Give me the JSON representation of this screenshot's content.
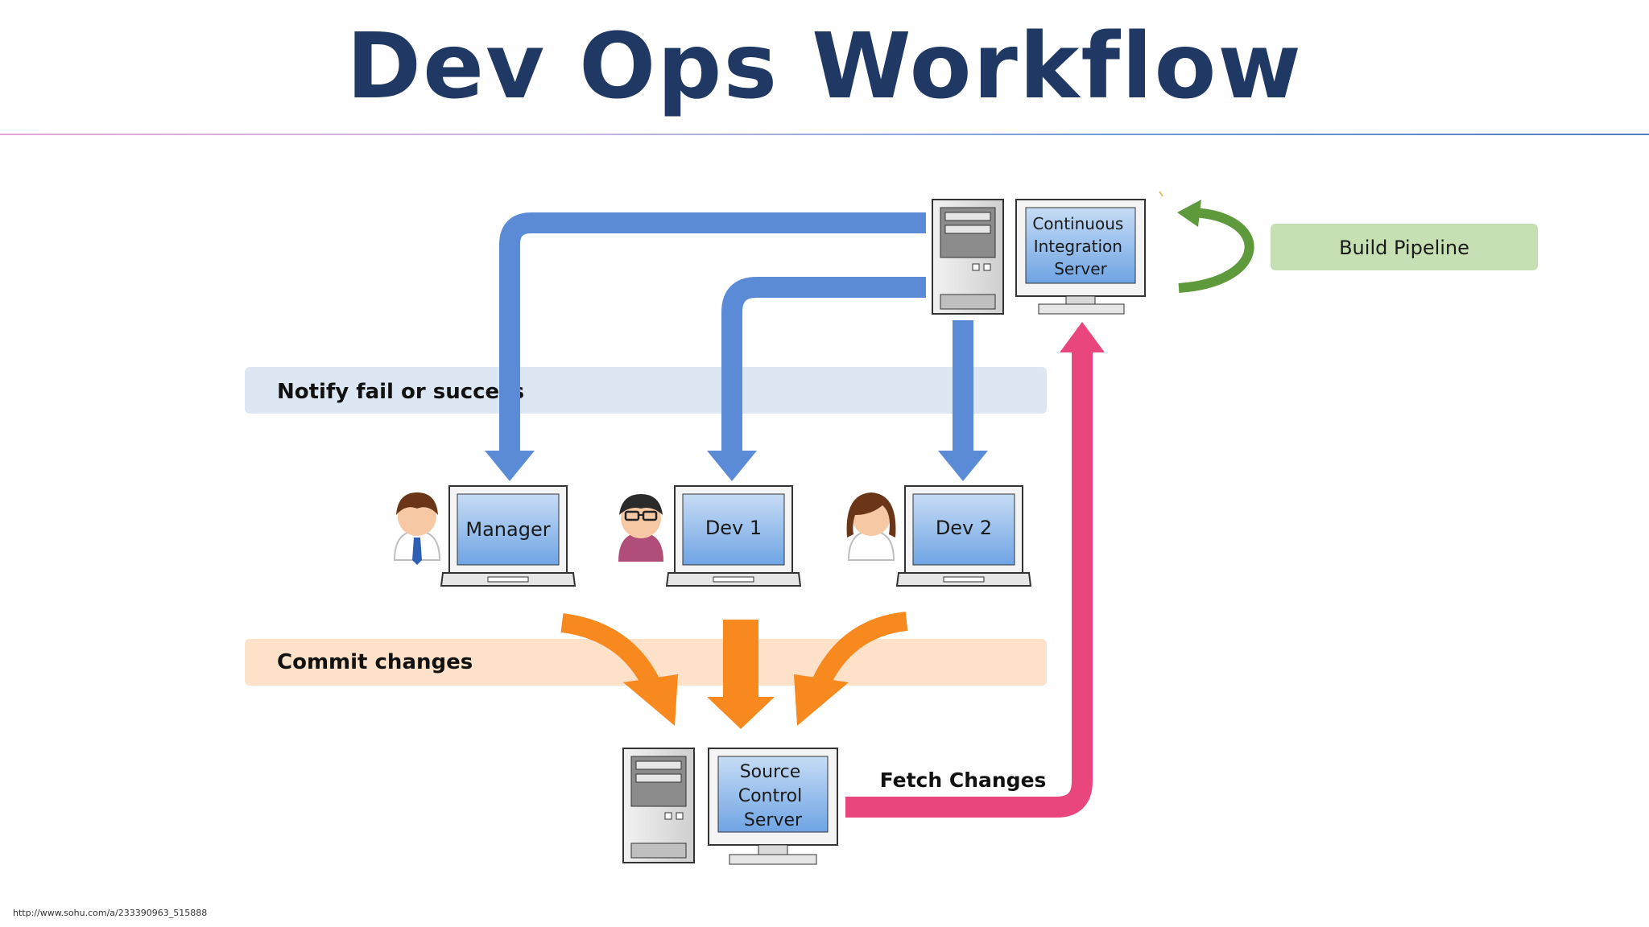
{
  "title": "Dev Ops Workflow",
  "bands": {
    "notify": "Notify fail or success",
    "commit": "Commit changes"
  },
  "nodes": {
    "ci_server": [
      "Continuous",
      "Integration",
      "Server"
    ],
    "source_server": [
      "Source",
      "Control",
      "Server"
    ],
    "manager": "Manager",
    "dev1": "Dev 1",
    "dev2": "Dev 2"
  },
  "build_pipeline": "Build Pipeline",
  "fetch_changes": "Fetch Changes",
  "source_url": "http://www.sohu.com/a/233390963_515888",
  "colors": {
    "title": "#1f3864",
    "notify_arrows": "#5b8bd6",
    "commit_arrows": "#f7891f",
    "fetch_arrow": "#e8467c",
    "pipeline_arrow": "#5e9a3b",
    "notify_band": "#dde7f4",
    "commit_band": "#fde1c8",
    "pipeline_box": "#c6e0b4"
  }
}
